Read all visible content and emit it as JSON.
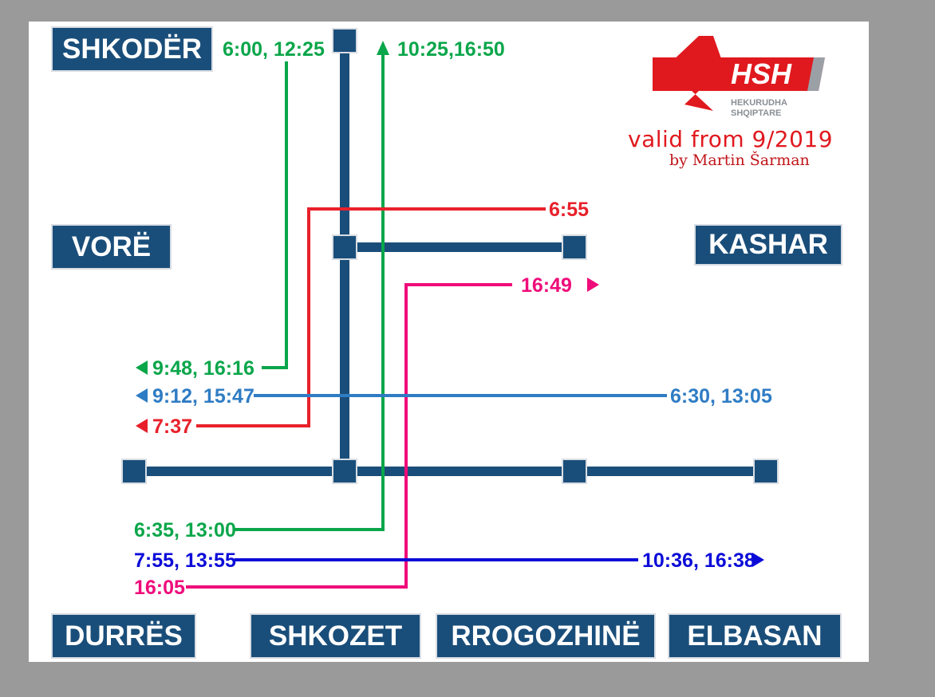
{
  "stations": {
    "shkoder": "SHKODËR",
    "vore": "VORË",
    "kashar": "KASHAR",
    "durres": "DURRËS",
    "shkozet": "SHKOZET",
    "rrogozhine": "RROGOZHINË",
    "elbasan": "ELBASAN"
  },
  "logo": {
    "brand": "HSH",
    "line1": "HEKURUDHA",
    "line2": "SHQIPTARE"
  },
  "valid_text": "valid from 9/2019",
  "author_text": "by Martin Šarman",
  "times": {
    "green_shkoder_dep": "6:00, 12:25",
    "green_shkoder_arr": "10:25,16:50",
    "green_durres_arr": "9:48, 16:16",
    "green_durres_dep": "6:35, 13:00",
    "red_kashar_dep": "6:55",
    "red_durres_arr": "7:37",
    "pink_kashar_arr": "16:49",
    "pink_durres_dep": "16:05",
    "lightblue_durres_arr": "9:12, 15:47",
    "lightblue_elbasan_dep": "6:30, 13:05",
    "blue_durres_dep": "7:55, 13:55",
    "blue_elbasan_arr": "10:36, 16:38"
  },
  "colors": {
    "track": "#1a4e7a",
    "green": "#0aa64a",
    "red": "#e8202a",
    "pink": "#ef0c7a",
    "light_blue": "#2f7cc4",
    "blue": "#0b0bd9",
    "brand_red": "#e0191e"
  }
}
